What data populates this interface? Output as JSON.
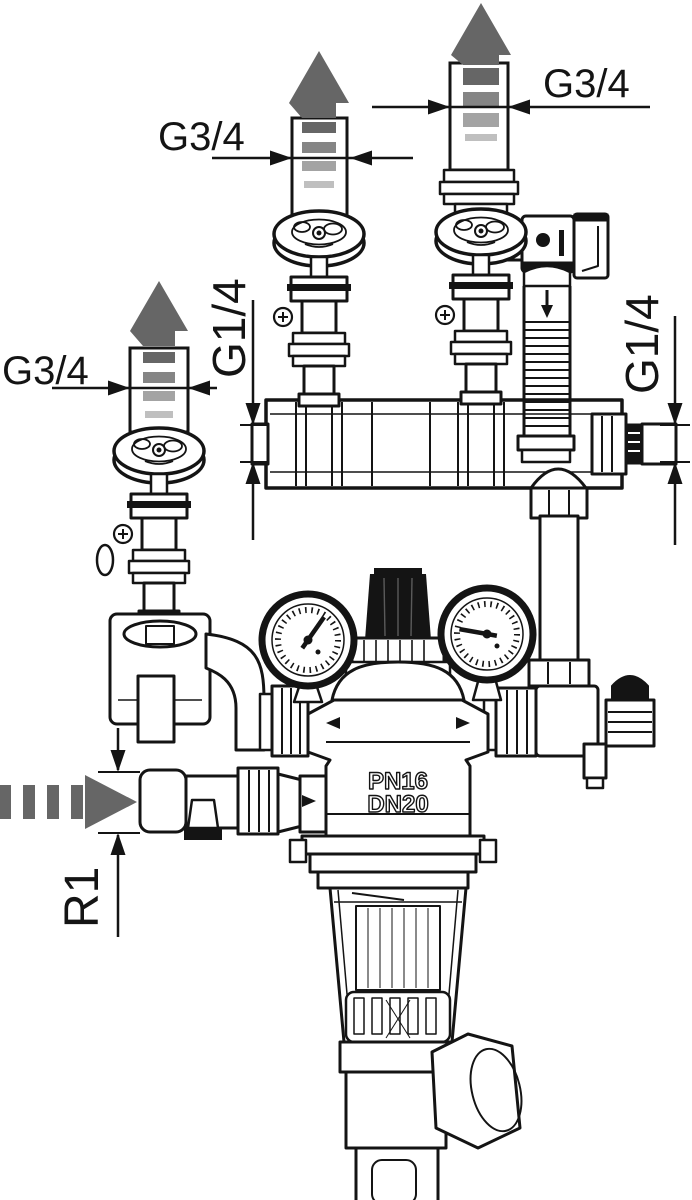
{
  "diagram": {
    "type": "technical-line-drawing",
    "subject": "Pressure reducing valve / filter combination with distribution manifold",
    "colors": {
      "line": "#141414",
      "flow_arrow": "#666666",
      "background": "#ffffff"
    },
    "labels": {
      "outlet_left_thread": "G3/4",
      "outlet_center_thread": "G3/4",
      "outlet_right_thread": "G3/4",
      "manifold_port_left_thread": "G1/4",
      "manifold_port_right_thread": "G1/4",
      "inlet_thread": "R1"
    },
    "body_markings": {
      "pressure_rating": "PN16",
      "nominal_size": "DN20"
    }
  }
}
